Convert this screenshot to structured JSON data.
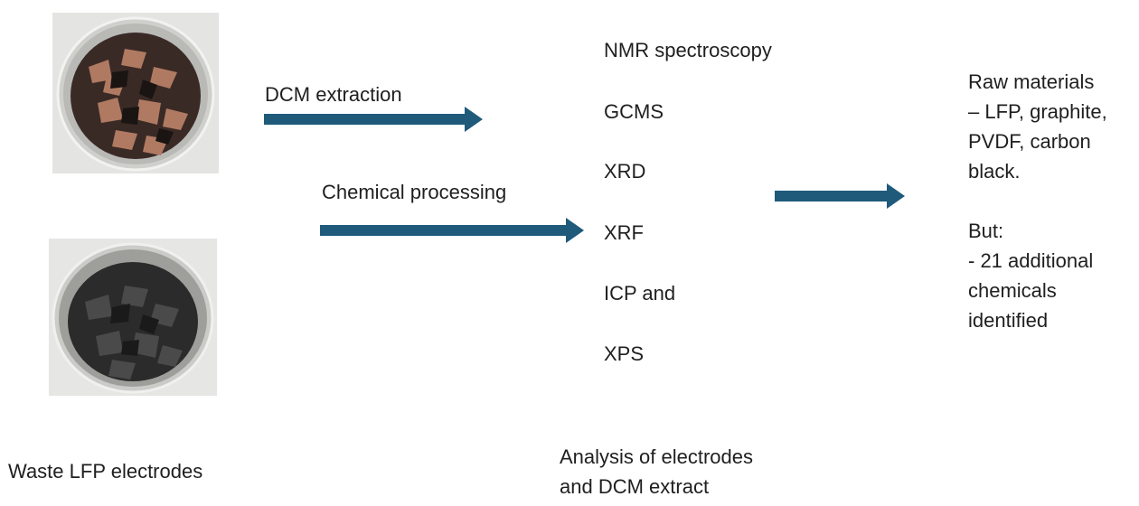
{
  "colors": {
    "arrow": "#1f5a7a",
    "text": "#1f1f1f",
    "photo_bg": "#e8e8e8"
  },
  "photos": [
    {
      "name": "copper-electrode-photo",
      "subject": "jar of copper-foil electrode flakes with black coating"
    },
    {
      "name": "black-electrode-photo",
      "subject": "jar of black coated electrode flakes"
    }
  ],
  "input_label": "Waste LFP electrodes",
  "processes": {
    "dcm": "DCM extraction",
    "chemical": "Chemical processing"
  },
  "techniques": [
    "NMR spectroscopy",
    "GCMS",
    "XRD",
    "XRF",
    "ICP and",
    "XPS"
  ],
  "analysis_caption": [
    "Analysis of electrodes",
    "and DCM extract"
  ],
  "results": {
    "lines": [
      "Raw materials",
      "– LFP, graphite,",
      "PVDF, carbon",
      "black."
    ],
    "but_lines": [
      "But:",
      "- 21 additional",
      "chemicals",
      "identified"
    ]
  }
}
